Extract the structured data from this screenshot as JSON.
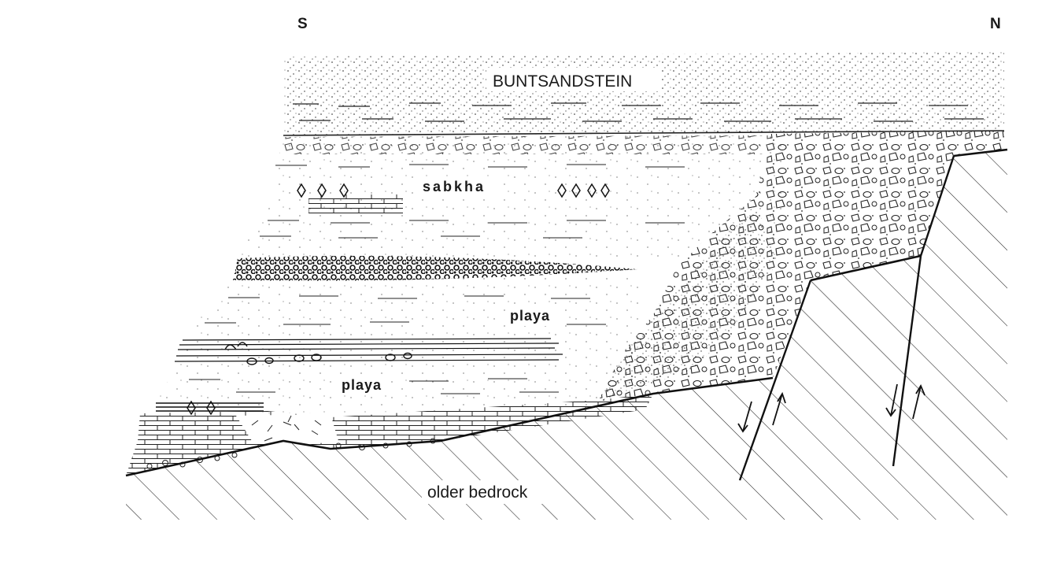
{
  "diagram": {
    "compass": {
      "south": "S",
      "north": "N"
    },
    "units": {
      "buntsandstein": "BUNTSANDSTEIN",
      "sabkha": "sabkha",
      "playa_upper": "playa",
      "playa_lower": "playa",
      "bedrock": "older bedrock"
    },
    "colors": {
      "ink": "#1a1a1a",
      "paper": "#ffffff"
    }
  }
}
